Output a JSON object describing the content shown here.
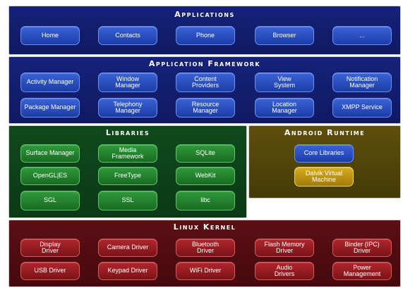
{
  "applications": {
    "title": "Applications",
    "items": [
      "Home",
      "Contacts",
      "Phone",
      "Browser",
      "..."
    ]
  },
  "framework": {
    "title": "Application Framework",
    "items": [
      "Activity Manager",
      "Window\nManager",
      "Content\nProviders",
      "View\nSystem",
      "Notification\nManager",
      "Package Manager",
      "Telephony\nManager",
      "Resource\nManager",
      "Location\nManager",
      "XMPP Service"
    ]
  },
  "libraries": {
    "title": "Libraries",
    "items": [
      "Surface Manager",
      "Media\nFramework",
      "SQLite",
      "OpenGL|ES",
      "FreeType",
      "WebKit",
      "SGL",
      "SSL",
      "libc"
    ]
  },
  "runtime": {
    "title": "Android Runtime",
    "items": [
      "Core Libraries",
      "Dalvik Virtual\nMachine"
    ]
  },
  "kernel": {
    "title": "Linux Kernel",
    "items": [
      "Display\nDriver",
      "Camera Driver",
      "Bluetooth\nDriver",
      "Flash Memory\nDriver",
      "Binder (IPC)\nDriver",
      "USB Driver",
      "Keypad Driver",
      "WiFi Driver",
      "Audio\nDrivers",
      "Power\nManagement"
    ]
  },
  "colors": {
    "app_layer": "#16227a",
    "library_layer": "#0f4a1c",
    "runtime_layer": "#5e4f0c",
    "kernel_layer": "#5c0f14",
    "blue_pill": "#2a4fc2",
    "green_pill": "#22833a",
    "red_pill": "#9c1d22",
    "gold_pill": "#c89a12"
  }
}
